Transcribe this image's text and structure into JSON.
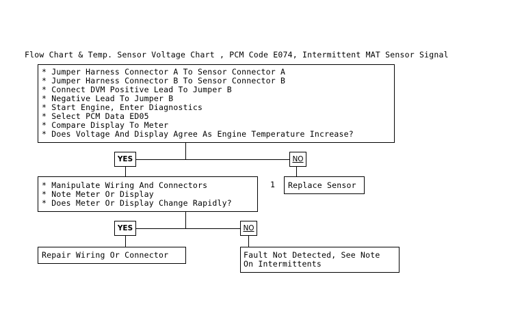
{
  "title": "Flow Chart & Temp. Sensor Voltage Chart , PCM Code E074, Intermittent MAT Sensor Signal",
  "step1": {
    "lines": [
      "* Jumper Harness Connector A To Sensor Connector A",
      "* Jumper Harness Connector B To Sensor Connector B",
      "* Connect DVM Positive Lead To Jumper B",
      "* Negative Lead To Jumper B",
      "* Start Engine, Enter Diagnostics",
      "* Select PCM Data ED05",
      "* Compare Display To Meter",
      "* Does Voltage And Display Agree As Engine Temperature Increase?"
    ]
  },
  "branch1": {
    "yes_label": "YES",
    "no_label": "NO"
  },
  "step2": {
    "lines": [
      "* Manipulate Wiring And Connectors",
      "* Note Meter Or Display",
      "* Does Meter Or Display Change Rapidly?"
    ]
  },
  "replace_sensor": {
    "number": "1",
    "text": "Replace Sensor"
  },
  "branch2": {
    "yes_label": "YES",
    "no_label": "NO"
  },
  "repair": {
    "text": "Repair Wiring Or Connector"
  },
  "fault": {
    "lines": [
      "Fault Not Detected, See Note",
      "On Intermittents"
    ]
  }
}
